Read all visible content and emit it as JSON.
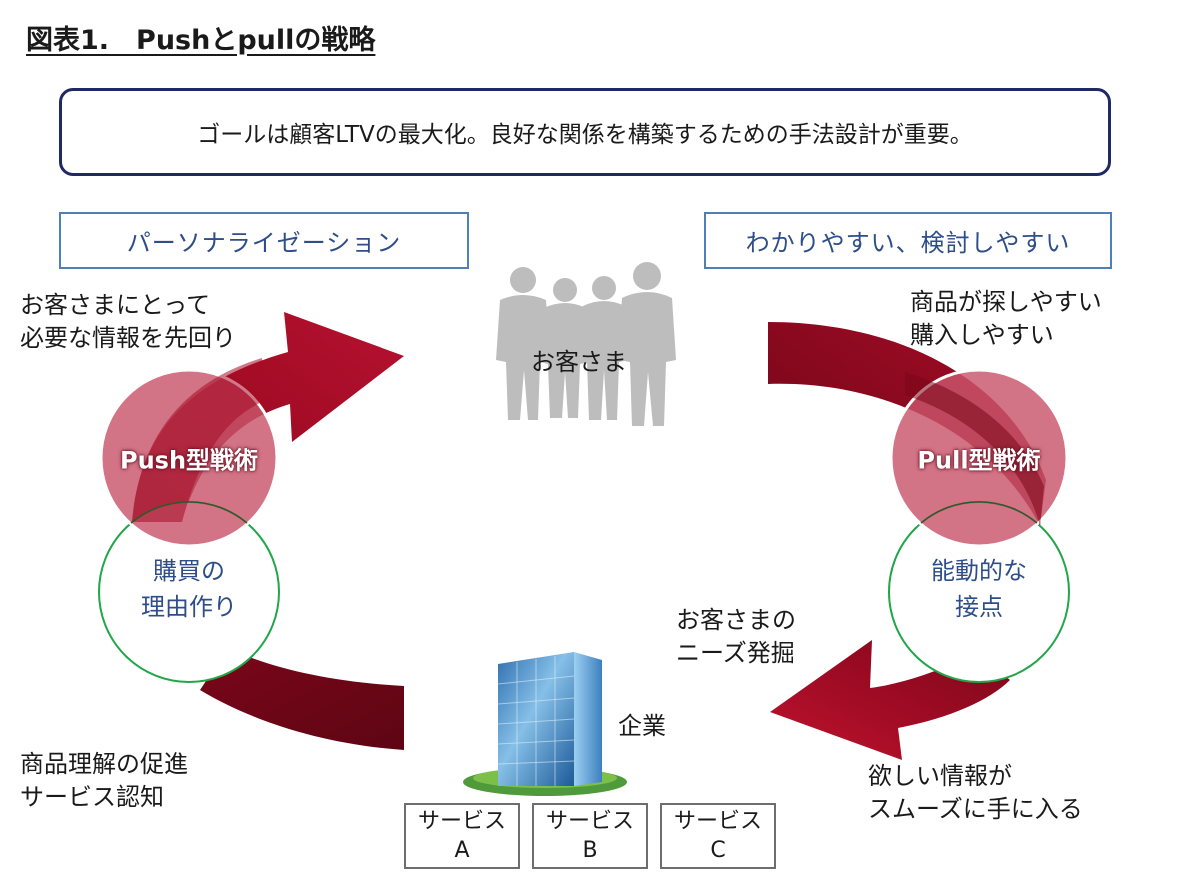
{
  "title": "図表1.　Pushとpullの戦略",
  "goal": "ゴールは顧客LTVの最大化。良好な関係を構築するための手法設計が重要。",
  "left_tag": "パーソナライゼーション",
  "right_tag": "わかりやすい、検討しやすい",
  "customer_label": "お客さま",
  "company_label": "企業",
  "push": {
    "label": "Push型戦術",
    "inner_line1": "購買の",
    "inner_line2": "理由作り",
    "top_note_line1": "お客さまにとって",
    "top_note_line2": "必要な情報を先回り",
    "bottom_note_line1": "商品理解の促進",
    "bottom_note_line2": "サービス認知"
  },
  "pull": {
    "label": "Pull型戦術",
    "inner_line1": "能動的な",
    "inner_line2": "接点",
    "top_note_line1": "商品が探しやすい",
    "top_note_line2": "購入しやすい",
    "mid_note_line1": "お客さまの",
    "mid_note_line2": "ニーズ発掘",
    "bottom_note_line1": "欲しい情報が",
    "bottom_note_line2": "スムーズに手に入る"
  },
  "services": [
    {
      "line1": "サービス",
      "line2": "A"
    },
    {
      "line1": "サービス",
      "line2": "B"
    },
    {
      "line1": "サービス",
      "line2": "C"
    }
  ],
  "colors": {
    "arrow_red": "#a50c26",
    "arrow_dark": "#6e0617",
    "circle_pink": "#c9566b",
    "inner_ring": "#22a64a",
    "goal_border": "#1f2a63",
    "tag_border": "#4f7fb8",
    "silhouette": "#bdbdbd"
  }
}
